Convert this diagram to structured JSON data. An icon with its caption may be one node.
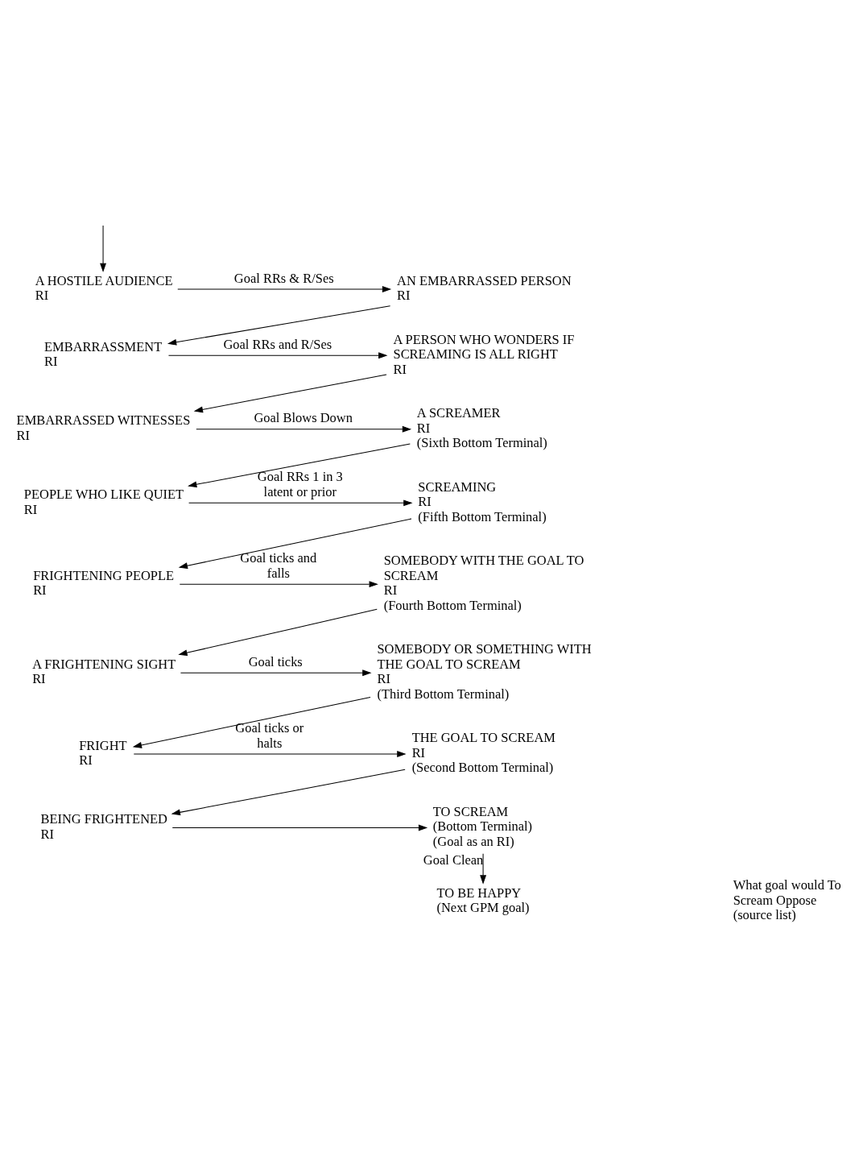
{
  "diagram": {
    "nodes": [
      {
        "text": [
          "A HOSTILE AUDIENCE",
          "RI"
        ]
      },
      {
        "text": [
          "AN EMBARRASSED PERSON",
          "RI"
        ]
      },
      {
        "text": [
          "EMBARRASSMENT",
          "RI"
        ]
      },
      {
        "text": [
          "A PERSON WHO WONDERS IF SCREAMING IS ALL RIGHT",
          "RI"
        ]
      },
      {
        "text": [
          "EMBARRASSED WITNESSES",
          "RI"
        ]
      },
      {
        "text": [
          "A SCREAMER",
          "RI",
          "(Sixth Bottom Terminal)"
        ]
      },
      {
        "text": [
          "PEOPLE WHO LIKE QUIET",
          "RI"
        ]
      },
      {
        "text": [
          "SCREAMING",
          "RI",
          "(Fifth Bottom Terminal)"
        ]
      },
      {
        "text": [
          "FRIGHTENING PEOPLE",
          "RI"
        ]
      },
      {
        "text": [
          "SOMEBODY WITH THE GOAL TO SCREAM",
          "RI",
          "(Fourth Bottom Terminal)"
        ]
      },
      {
        "text": [
          "A FRIGHTENING SIGHT",
          "RI"
        ]
      },
      {
        "text": [
          "SOMEBODY OR SOMETHING WITH THE GOAL TO SCREAM",
          "RI",
          "(Third Bottom Terminal)"
        ]
      },
      {
        "text": [
          "FRIGHT",
          "RI"
        ]
      },
      {
        "text": [
          "THE GOAL TO SCREAM",
          "RI",
          "(Second Bottom Terminal)"
        ]
      },
      {
        "text": [
          "BEING FRIGHTENED",
          "RI"
        ]
      },
      {
        "text": [
          "TO SCREAM",
          "(Bottom Terminal)",
          "(Goal as an RI)"
        ]
      },
      {
        "text": [
          "TO BE HAPPY",
          "(Next GPM goal)"
        ]
      }
    ],
    "edges": [
      {
        "from": null,
        "to": 0,
        "arrow": "to"
      },
      {
        "from": 0,
        "to": 1,
        "arrow": "to",
        "label": "Goal RRs & R/Ses"
      },
      {
        "from": 1,
        "to": 2,
        "arrow": "to"
      },
      {
        "from": 2,
        "to": 3,
        "arrow": "to",
        "label": "Goal RRs and R/Ses"
      },
      {
        "from": 3,
        "to": 4,
        "arrow": "to"
      },
      {
        "from": 4,
        "to": 5,
        "arrow": "to",
        "label": "Goal Blows Down"
      },
      {
        "from": 5,
        "to": 6,
        "arrow": "to"
      },
      {
        "from": 6,
        "to": 7,
        "arrow": "to",
        "label": "Goal RRs 1 in 3 latent or prior"
      },
      {
        "from": 7,
        "to": 8,
        "arrow": "to"
      },
      {
        "from": 8,
        "to": 9,
        "arrow": "to",
        "label": "Goal ticks and falls"
      },
      {
        "from": 9,
        "to": 10,
        "arrow": "to"
      },
      {
        "from": 10,
        "to": 11,
        "arrow": "to",
        "label": "Goal ticks"
      },
      {
        "from": 11,
        "to": 12,
        "arrow": "to"
      },
      {
        "from": 12,
        "to": 13,
        "arrow": "to",
        "label": "Goal ticks or halts"
      },
      {
        "from": 13,
        "to": 14,
        "arrow": "to"
      },
      {
        "from": 14,
        "to": 15,
        "arrow": "to"
      },
      {
        "from": 15,
        "to": 16,
        "arrow": "to",
        "label": "Goal Clean"
      }
    ],
    "labels": [
      "What goal would To Scream Oppose (source list)"
    ]
  }
}
